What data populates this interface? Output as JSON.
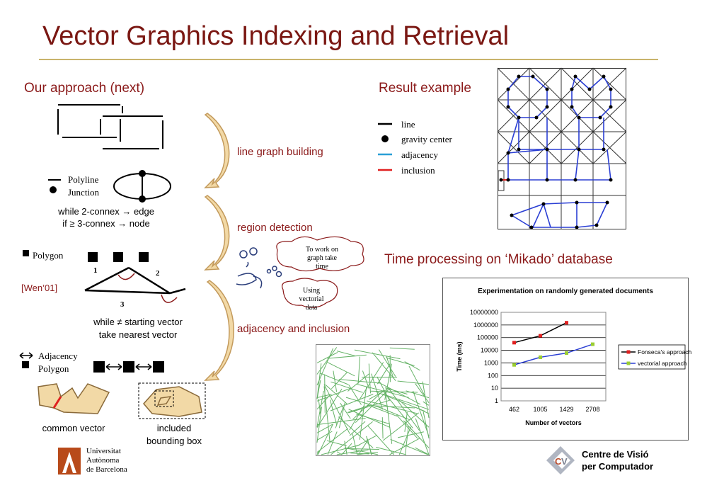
{
  "title": "Vector Graphics Indexing and Retrieval",
  "left_heading": "Our approach (next)",
  "steps": {
    "line_graph": "line graph building",
    "region": "region detection",
    "adjacency": "adjacency and inclusion"
  },
  "legend_graph": {
    "polyline": "Polyline",
    "junction": "Junction"
  },
  "rule1": {
    "line1": "while 2-connex → edge",
    "line2": "if ≥ 3-connex → node"
  },
  "polygon_label": "Polygon",
  "wen_ref": "[Wen’01]",
  "vector_numbers": [
    "1",
    "2",
    "3"
  ],
  "rule2": {
    "line1": "while ≠ starting vector",
    "line2": "take nearest vector"
  },
  "adjacency_legend": {
    "adjacency": "Adjacency",
    "polygon": "Polygon"
  },
  "common_vector": "common vector",
  "included_box": {
    "line1": "included",
    "line2": "bounding box"
  },
  "thought_bubbles": {
    "one": [
      "To work on",
      "graph take",
      "time"
    ],
    "two": [
      "Using",
      "vectorial",
      "data"
    ]
  },
  "uab": {
    "line1": "Universitat",
    "line2": "Autònoma",
    "line3": "de Barcelona"
  },
  "result_heading": "Result example",
  "result_legend": {
    "line": "line",
    "gravity": "gravity center",
    "adjacency": "adjacency",
    "inclusion": "inclusion"
  },
  "colors": {
    "title": "#7a1712",
    "adjacency": "#2a9fd6",
    "inclusion": "#e02020",
    "graph_edge": "#2b3fd4"
  },
  "time_heading": "Time processing on ‘Mikado’ database",
  "cvc": {
    "line1": "Centre de Visió",
    "line2": "per Computador"
  },
  "chart_data": {
    "type": "line",
    "title": "Experimentation on randomly generated documents",
    "xlabel": "Number of vectors",
    "ylabel": "Time (ms)",
    "categories": [
      "462",
      "1005",
      "1429",
      "2708"
    ],
    "y_ticks": [
      "1",
      "10",
      "100",
      "1000",
      "10000",
      "100000",
      "1000000",
      "10000000"
    ],
    "y_scale": "log",
    "ylim": [
      1,
      10000000
    ],
    "grid": true,
    "legend_position": "right",
    "series": [
      {
        "name": "Fonseca's approach",
        "color": "#e02020",
        "line_color": "#000000",
        "values": [
          40000,
          140000,
          1500000,
          null
        ]
      },
      {
        "name": "vectorial approach",
        "color": "#9acd32",
        "line_color": "#2b3fd4",
        "values": [
          700,
          2800,
          6000,
          30000
        ]
      }
    ]
  }
}
